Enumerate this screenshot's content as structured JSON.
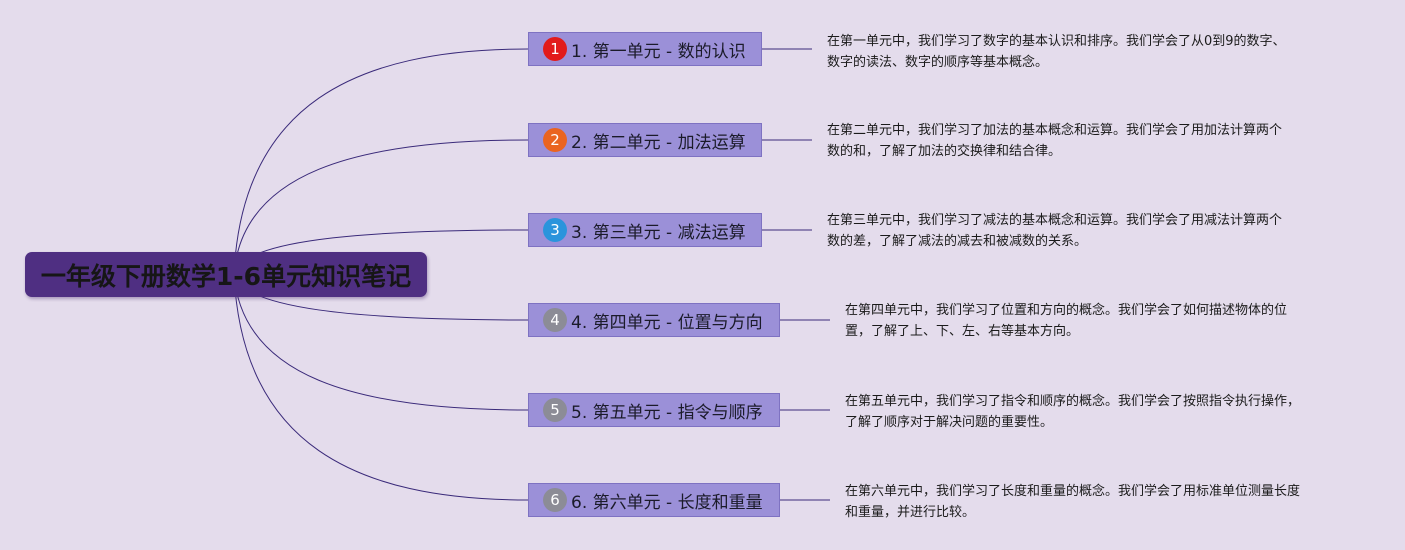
{
  "central_topic": "一年级下册数学1-6单元知识笔记",
  "colors": {
    "background": "#e4dcec",
    "central_fill": "#4f2f82",
    "node_fill": "#9b90d8",
    "connector": "#3a2a7a"
  },
  "units": [
    {
      "badge": "1",
      "badge_color": "#e21b1b",
      "title": "1. 第一单元 - 数的认识",
      "note_lines": [
        "在第一单元中，我们学习了数字的基本认识和排序。我们学会了从0到9的数字、",
        "数字的读法、数字的顺序等基本概念。"
      ]
    },
    {
      "badge": "2",
      "badge_color": "#ea6420",
      "title": "2. 第二单元 - 加法运算",
      "note_lines": [
        "在第二单元中，我们学习了加法的基本概念和运算。我们学会了用加法计算两个",
        "数的和，了解了加法的交换律和结合律。"
      ]
    },
    {
      "badge": "3",
      "badge_color": "#2a94dc",
      "title": "3. 第三单元 - 减法运算",
      "note_lines": [
        "在第三单元中，我们学习了减法的基本概念和运算。我们学会了用减法计算两个",
        "数的差，了解了减法的减去和被减数的关系。"
      ]
    },
    {
      "badge": "4",
      "badge_color": "#8c8c96",
      "title": "4. 第四单元 - 位置与方向",
      "note_lines": [
        "在第四单元中，我们学习了位置和方向的概念。我们学会了如何描述物体的位",
        "置，了解了上、下、左、右等基本方向。"
      ]
    },
    {
      "badge": "5",
      "badge_color": "#8c8c96",
      "title": "5. 第五单元 - 指令与顺序",
      "note_lines": [
        "在第五单元中，我们学习了指令和顺序的概念。我们学会了按照指令执行操作，",
        "了解了顺序对于解决问题的重要性。"
      ]
    },
    {
      "badge": "6",
      "badge_color": "#8c8c96",
      "title": "6. 第六单元 - 长度和重量",
      "note_lines": [
        "在第六单元中，我们学习了长度和重量的概念。我们学会了用标准单位测量长度",
        "和重量，并进行比较。"
      ]
    }
  ]
}
